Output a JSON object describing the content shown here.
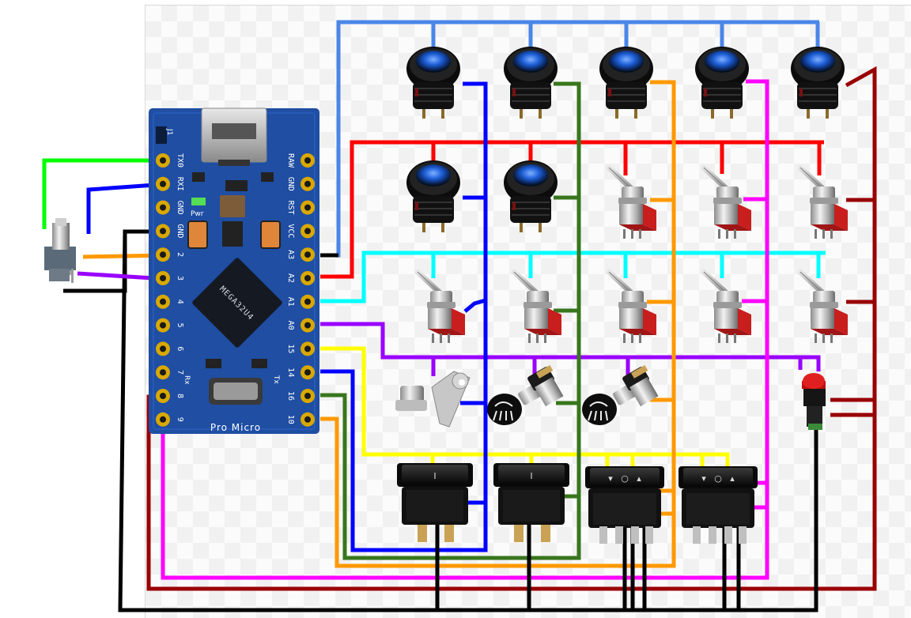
{
  "board": {
    "name": "Pro Micro",
    "chip_label": "MEGA32U4",
    "j1_label": "J1",
    "pwr_label": "Pwr",
    "rx_label": "Rx",
    "tx_label": "Tx",
    "left_pins": [
      "TX0",
      "RXI",
      "GND",
      "GND",
      "2",
      "3",
      "4",
      "5",
      "6",
      "7",
      "8",
      "9"
    ],
    "right_pins": [
      "RAW",
      "GND",
      "RST",
      "VCC",
      "A3",
      "A2",
      "A1",
      "A0",
      "15",
      "14",
      "16",
      "10"
    ]
  },
  "wire_colors": {
    "blue_light": "#4a86e8",
    "red": "#ff0000",
    "cyan": "#00ffff",
    "purple": "#9900ff",
    "yellow": "#ffff00",
    "dark_red": "#990000",
    "blue": "#0000ff",
    "green": "#38761d",
    "orange": "#ff9900",
    "magenta": "#ff00ff",
    "black": "#000000",
    "lime": "#00ff00"
  },
  "components": {
    "row1": [
      "push-button",
      "push-button",
      "push-button",
      "push-button",
      "push-button"
    ],
    "row2": [
      "push-button",
      "push-button",
      "toggle-switch",
      "toggle-switch",
      "toggle-switch"
    ],
    "row3": [
      "toggle-switch",
      "toggle-switch",
      "toggle-switch",
      "toggle-switch",
      "toggle-switch"
    ],
    "row4": [
      "key-switch",
      "headlight-pull-switch",
      "headlight-pull-switch",
      "empty",
      "red-push-button"
    ],
    "row5": [
      "rocker-switch",
      "rocker-switch",
      "rocker-switch-3pos",
      "rocker-switch-3pos"
    ],
    "extra": [
      "rotary-encoder"
    ]
  }
}
